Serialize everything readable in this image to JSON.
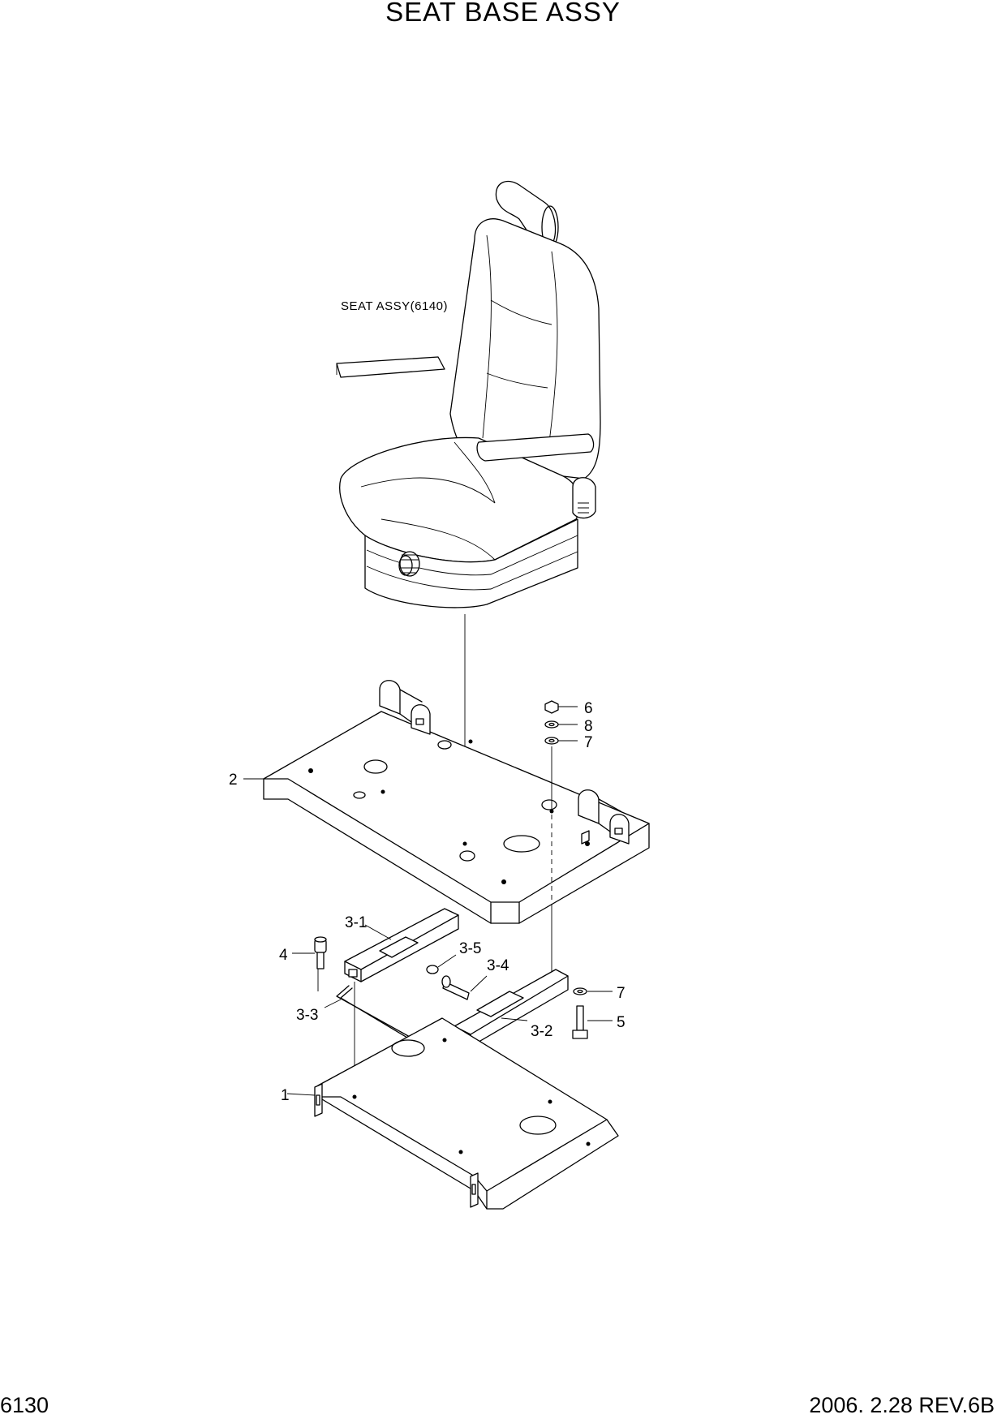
{
  "title": "SEAT BASE ASSY",
  "page_number": "6130",
  "revision": "2006. 2.28 REV.6B",
  "seat_reference": "SEAT ASSY(6140)",
  "callouts": {
    "c1": "1",
    "c2": "2",
    "c3_1": "3-1",
    "c3_2": "3-2",
    "c3_3": "3-3",
    "c3_4": "3-4",
    "c3_5": "3-5",
    "c4": "4",
    "c5": "5",
    "c6": "6",
    "c7a": "7",
    "c7b": "7",
    "c8": "8"
  }
}
